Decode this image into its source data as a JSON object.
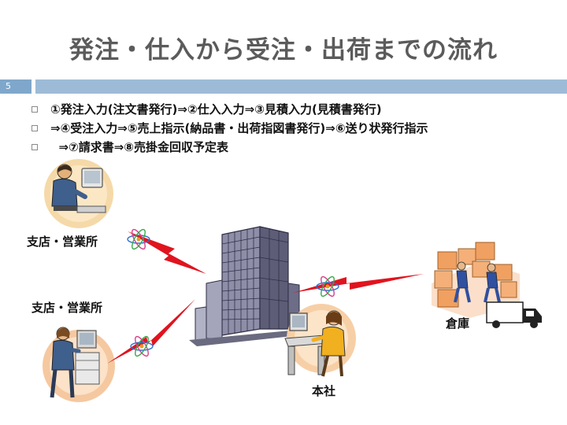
{
  "slide": {
    "title": "発注・仕入から受注・出荷までの流れ",
    "page_number": "5"
  },
  "bullets": [
    "①発注入力(注文書発行)⇒②仕入入力⇒③見積入力(見積書発行)",
    "⇒④受注入力⇒⑤売上指示(納品書・出荷指図書発行)⇒⑥送り状発行指示",
    "  ⇒⑦請求書⇒⑧売掛金回収予定表"
  ],
  "labels": {
    "branch_top": "支店・営業所",
    "branch_bottom": "支店・営業所",
    "warehouse": "倉庫",
    "head_office": "本社"
  },
  "colors": {
    "title": "#5b5b5b",
    "bar_dark": "#7fa7cc",
    "bar_light": "#9dbbd7",
    "lightning": "#e0141e",
    "atom": "#2a6fd6"
  }
}
